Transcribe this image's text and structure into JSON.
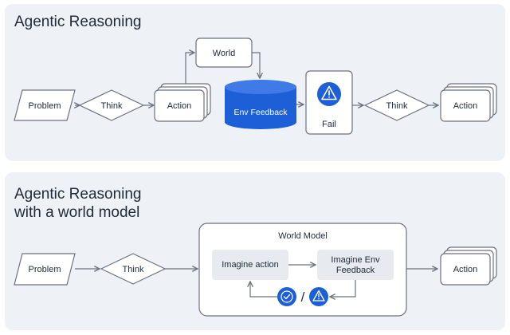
{
  "panel1": {
    "title": "Agentic Reasoning",
    "problem": "Problem",
    "think": "Think",
    "action": "Action",
    "world": "World",
    "env_feedback": "Env Feedback",
    "fail": "Fail",
    "think2": "Think",
    "action2": "Action"
  },
  "panel2": {
    "title_line1": "Agentic Reasoning",
    "title_line2": "with a world model",
    "problem": "Problem",
    "think": "Think",
    "world_model": "World Model",
    "imagine_action": "Imagine action",
    "imagine_env_line1": "Imagine Env",
    "imagine_env_line2": "Feedback",
    "separator": "/",
    "action": "Action"
  },
  "colors": {
    "accent": "#1d5fd6",
    "stroke": "#6b7280",
    "panel_bg": "#eef1f5",
    "inner_box": "#e7eaee",
    "text": "#1f2a37"
  },
  "icons": [
    "warning-triangle-icon",
    "check-circle-icon"
  ]
}
